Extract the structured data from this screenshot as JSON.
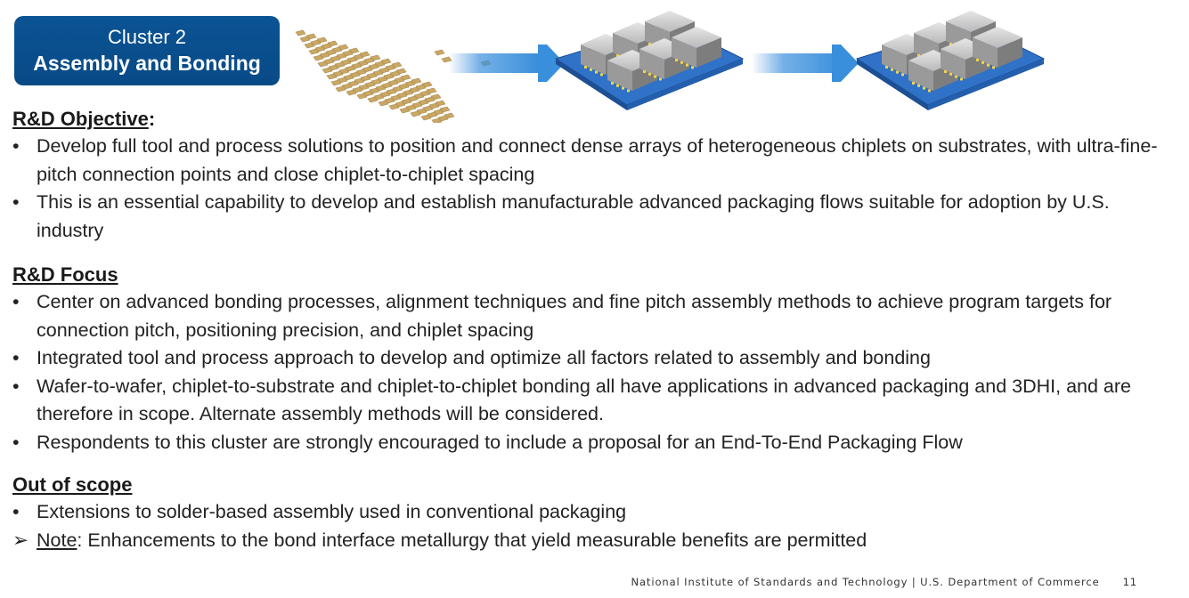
{
  "badge": {
    "line1": "Cluster 2",
    "line2": "Assembly and Bonding"
  },
  "objective": {
    "heading": "R&D Objective",
    "colon": ":",
    "bullet_glyph": "•",
    "items": [
      "Develop full tool and process solutions to position and connect dense arrays of heterogeneous chiplets on substrates, with ultra-fine-pitch connection points and close chiplet-to-chiplet spacing",
      "This is an essential capability to develop and establish manufacturable advanced packaging flows suitable for adoption by U.S. industry"
    ]
  },
  "focus": {
    "heading": "R&D Focus",
    "items": [
      "Center on advanced bonding processes, alignment techniques and fine pitch assembly methods to achieve program targets for connection pitch, positioning precision, and chiplet spacing",
      "Integrated tool and process approach to develop and optimize all factors related to assembly and bonding",
      "Wafer-to-wafer, chiplet-to-substrate and chiplet-to-chiplet bonding all have applications in advanced packaging and 3DHI, and are therefore in scope. Alternate assembly methods will be considered.",
      "Respondents to this cluster are strongly encouraged to include a proposal for an End-To-End Packaging Flow"
    ]
  },
  "out_of_scope": {
    "heading": "Out of scope",
    "items": [
      "Extensions to solder-based assembly used in conventional packaging"
    ],
    "note_glyph": "➢",
    "note_label": "Note",
    "note_text": ": Enhancements to the bond interface metallurgy that yield measurable benefits are permitted"
  },
  "footer": {
    "org": "National Institute of Standards and Technology | U.S. Department of Commerce",
    "page": "11"
  },
  "colors": {
    "badge": "#0b5394",
    "arrow": "#3a8fdc",
    "substrate": "#2f72c8",
    "chip": "#c8c8c8",
    "pad": "#f3d34a",
    "die": "#c9a866"
  }
}
